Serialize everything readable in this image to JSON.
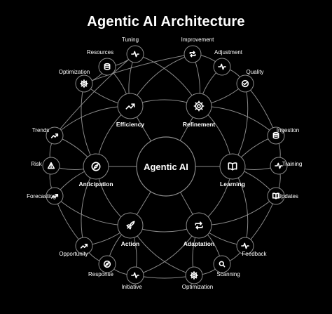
{
  "title": "Agentic AI Architecture",
  "center": {
    "label": "Agentic AI"
  },
  "primary": [
    {
      "id": "efficiency",
      "label": "Efficiency",
      "icon": "trend-up-icon"
    },
    {
      "id": "refinement",
      "label": "Refinement",
      "icon": "gear-icon"
    },
    {
      "id": "learning",
      "label": "Learning",
      "icon": "book-icon"
    },
    {
      "id": "adaptation",
      "label": "Adaptation",
      "icon": "repeat-icon"
    },
    {
      "id": "action",
      "label": "Action",
      "icon": "rocket-icon"
    },
    {
      "id": "anticipation",
      "label": "Anticipation",
      "icon": "compass-icon"
    }
  ],
  "secondary": [
    {
      "id": "tuning",
      "label": "Tuning",
      "icon": "pulse-icon",
      "parent": "efficiency"
    },
    {
      "id": "resources",
      "label": "Resources",
      "icon": "database-icon",
      "parent": "efficiency"
    },
    {
      "id": "optimization-top",
      "label": "Optimization",
      "icon": "gear-icon",
      "parent": "efficiency"
    },
    {
      "id": "improvement",
      "label": "Improvement",
      "icon": "repeat-icon",
      "parent": "refinement"
    },
    {
      "id": "adjustment",
      "label": "Adjustment",
      "icon": "pulse-icon",
      "parent": "refinement"
    },
    {
      "id": "quality",
      "label": "Quality",
      "icon": "check-circle-icon",
      "parent": "refinement"
    },
    {
      "id": "ingestion",
      "label": "Ingestion",
      "icon": "database-icon",
      "parent": "learning"
    },
    {
      "id": "training",
      "label": "Training",
      "icon": "pulse-icon",
      "parent": "learning"
    },
    {
      "id": "updates",
      "label": "Updates",
      "icon": "book-icon",
      "parent": "learning"
    },
    {
      "id": "feedback",
      "label": "Feedback",
      "icon": "pulse-icon",
      "parent": "adaptation"
    },
    {
      "id": "scanning",
      "label": "Scanning",
      "icon": "search-icon",
      "parent": "adaptation"
    },
    {
      "id": "optimization-bottom",
      "label": "Optimization",
      "icon": "gear-icon",
      "parent": "adaptation"
    },
    {
      "id": "initiative",
      "label": "Initiative",
      "icon": "pulse-icon",
      "parent": "action"
    },
    {
      "id": "response",
      "label": "Response",
      "icon": "compass-icon",
      "parent": "action"
    },
    {
      "id": "opportunity",
      "label": "Opportunity",
      "icon": "trend-up-icon",
      "parent": "action"
    },
    {
      "id": "forecasting",
      "label": "Forecasting",
      "icon": "trend-up-icon",
      "parent": "anticipation"
    },
    {
      "id": "risk",
      "label": "Risk",
      "icon": "warning-icon",
      "parent": "anticipation"
    },
    {
      "id": "trends",
      "label": "Trends",
      "icon": "trend-up-icon",
      "parent": "anticipation"
    }
  ],
  "colors": {
    "background": "#000000",
    "stroke": "#8a8a8a",
    "node_fill": "#000000",
    "text": "#ffffff"
  }
}
